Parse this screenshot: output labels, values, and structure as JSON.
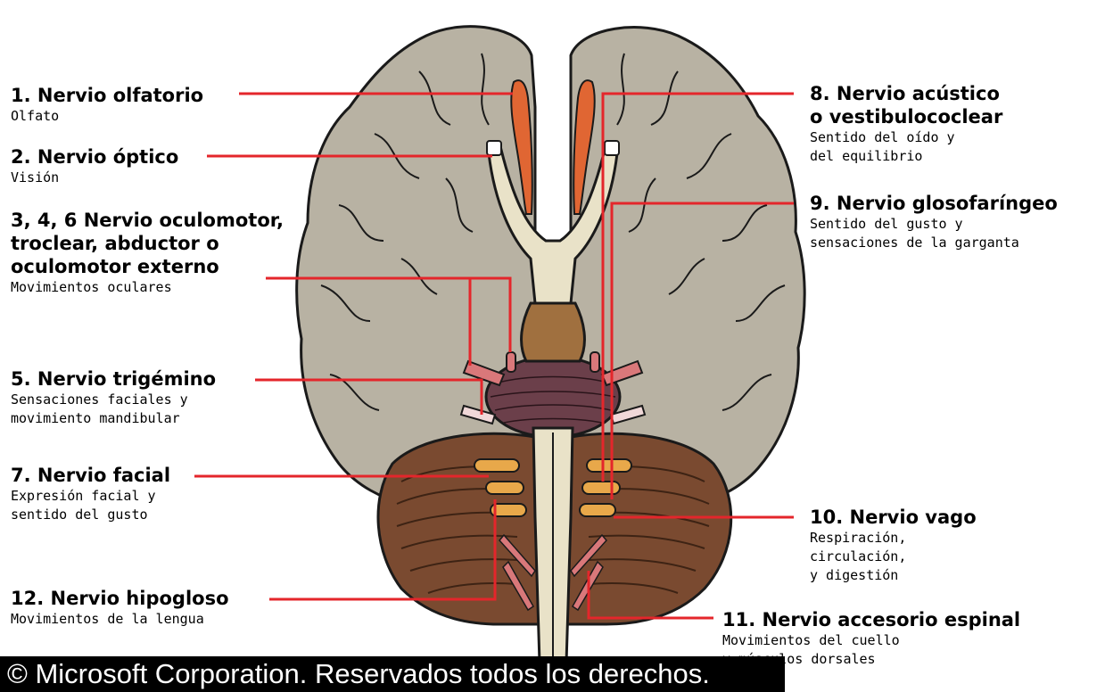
{
  "colors": {
    "brain": "#b8b2a3",
    "brain_dark": "#8e887b",
    "cerebellum": "#7a4a30",
    "brainstem": "#e9e2c8",
    "pons": "#6b3f4a",
    "nerve_orange": "#e06633",
    "nerve_yellow": "#e8a84a",
    "nerve_pink": "#d9787a",
    "leader_line": "#e4262b"
  },
  "labels": [
    {
      "id": "n1",
      "name": "1. Nervio olfatorio",
      "desc": [
        "Olfato"
      ]
    },
    {
      "id": "n2",
      "name": "2. Nervio óptico",
      "desc": [
        "Visión"
      ]
    },
    {
      "id": "n346",
      "name": [
        "3, 4, 6  Nervio oculomotor,",
        "troclear, abductor o",
        "oculomotor externo"
      ],
      "desc": [
        "Movimientos oculares"
      ]
    },
    {
      "id": "n5",
      "name": "5. Nervio trigémino",
      "desc": [
        "Sensaciones faciales y",
        "movimiento mandibular"
      ]
    },
    {
      "id": "n7",
      "name": "7. Nervio facial",
      "desc": [
        "Expresión facial y",
        "sentido del gusto"
      ]
    },
    {
      "id": "n12",
      "name": "12. Nervio hipogloso",
      "desc": [
        "Movimientos de la lengua"
      ]
    },
    {
      "id": "n8",
      "name": [
        "8. Nervio acústico",
        "o vestibulococlear"
      ],
      "desc": [
        "Sentido del oído y",
        "del equilibrio"
      ]
    },
    {
      "id": "n9",
      "name": "9. Nervio glosofaríngeo",
      "desc": [
        "Sentido del gusto y",
        "sensaciones de la garganta"
      ]
    },
    {
      "id": "n10",
      "name": "10. Nervio vago",
      "desc": [
        "Respiración,",
        "circulación,",
        "y digestión"
      ]
    },
    {
      "id": "n11",
      "name": "11. Nervio accesorio espinal",
      "desc": [
        "Movimientos del cuello",
        "y músculos dorsales"
      ]
    }
  ],
  "copyright": "© Microsoft Corporation. Reservados todos los derechos."
}
